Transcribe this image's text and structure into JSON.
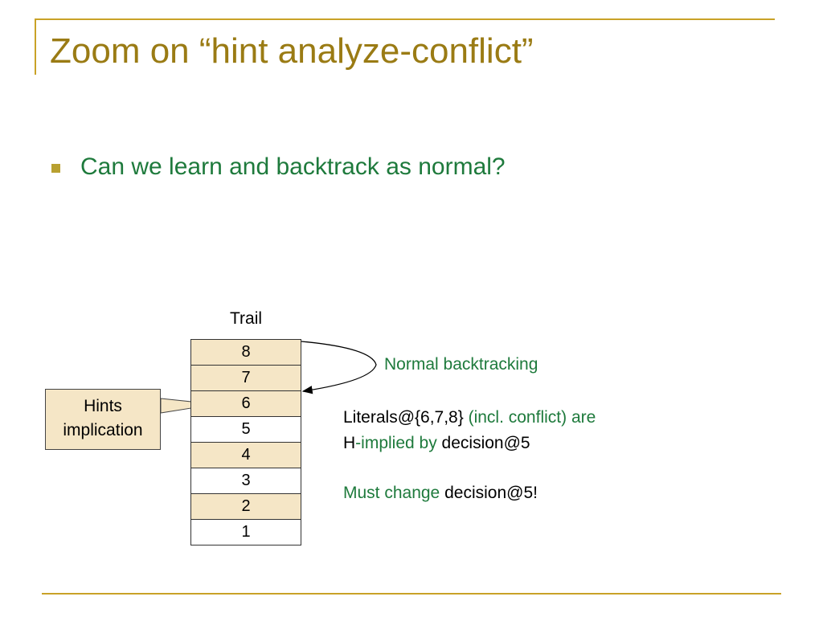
{
  "slide": {
    "title": "Zoom on “hint analyze-conflict”",
    "bullet": "Can we learn and backtrack as normal?"
  },
  "trail": {
    "label": "Trail",
    "cells": [
      {
        "value": "8",
        "shaded": true
      },
      {
        "value": "7",
        "shaded": true
      },
      {
        "value": "6",
        "shaded": true
      },
      {
        "value": "5",
        "shaded": false
      },
      {
        "value": "4",
        "shaded": true
      },
      {
        "value": "3",
        "shaded": false
      },
      {
        "value": "2",
        "shaded": true
      },
      {
        "value": "1",
        "shaded": false
      }
    ]
  },
  "callout": {
    "line1": "Hints",
    "line2": "implication"
  },
  "annotations": {
    "normal_backtracking": "Normal backtracking",
    "literals_part1": "Literals@{6,7,8}",
    "literals_part2": " (incl. conflict) are",
    "implied_part1": "H",
    "implied_part2": "-implied by",
    "implied_part3": " decision@5",
    "must_change_part1": "Must change",
    "must_change_part2": " decision@5!"
  },
  "colors": {
    "title": "#9a7b14",
    "accent_green": "#1e7a3c",
    "shaded_cell": "#f5e6c6",
    "frame_line": "#c9a227"
  }
}
